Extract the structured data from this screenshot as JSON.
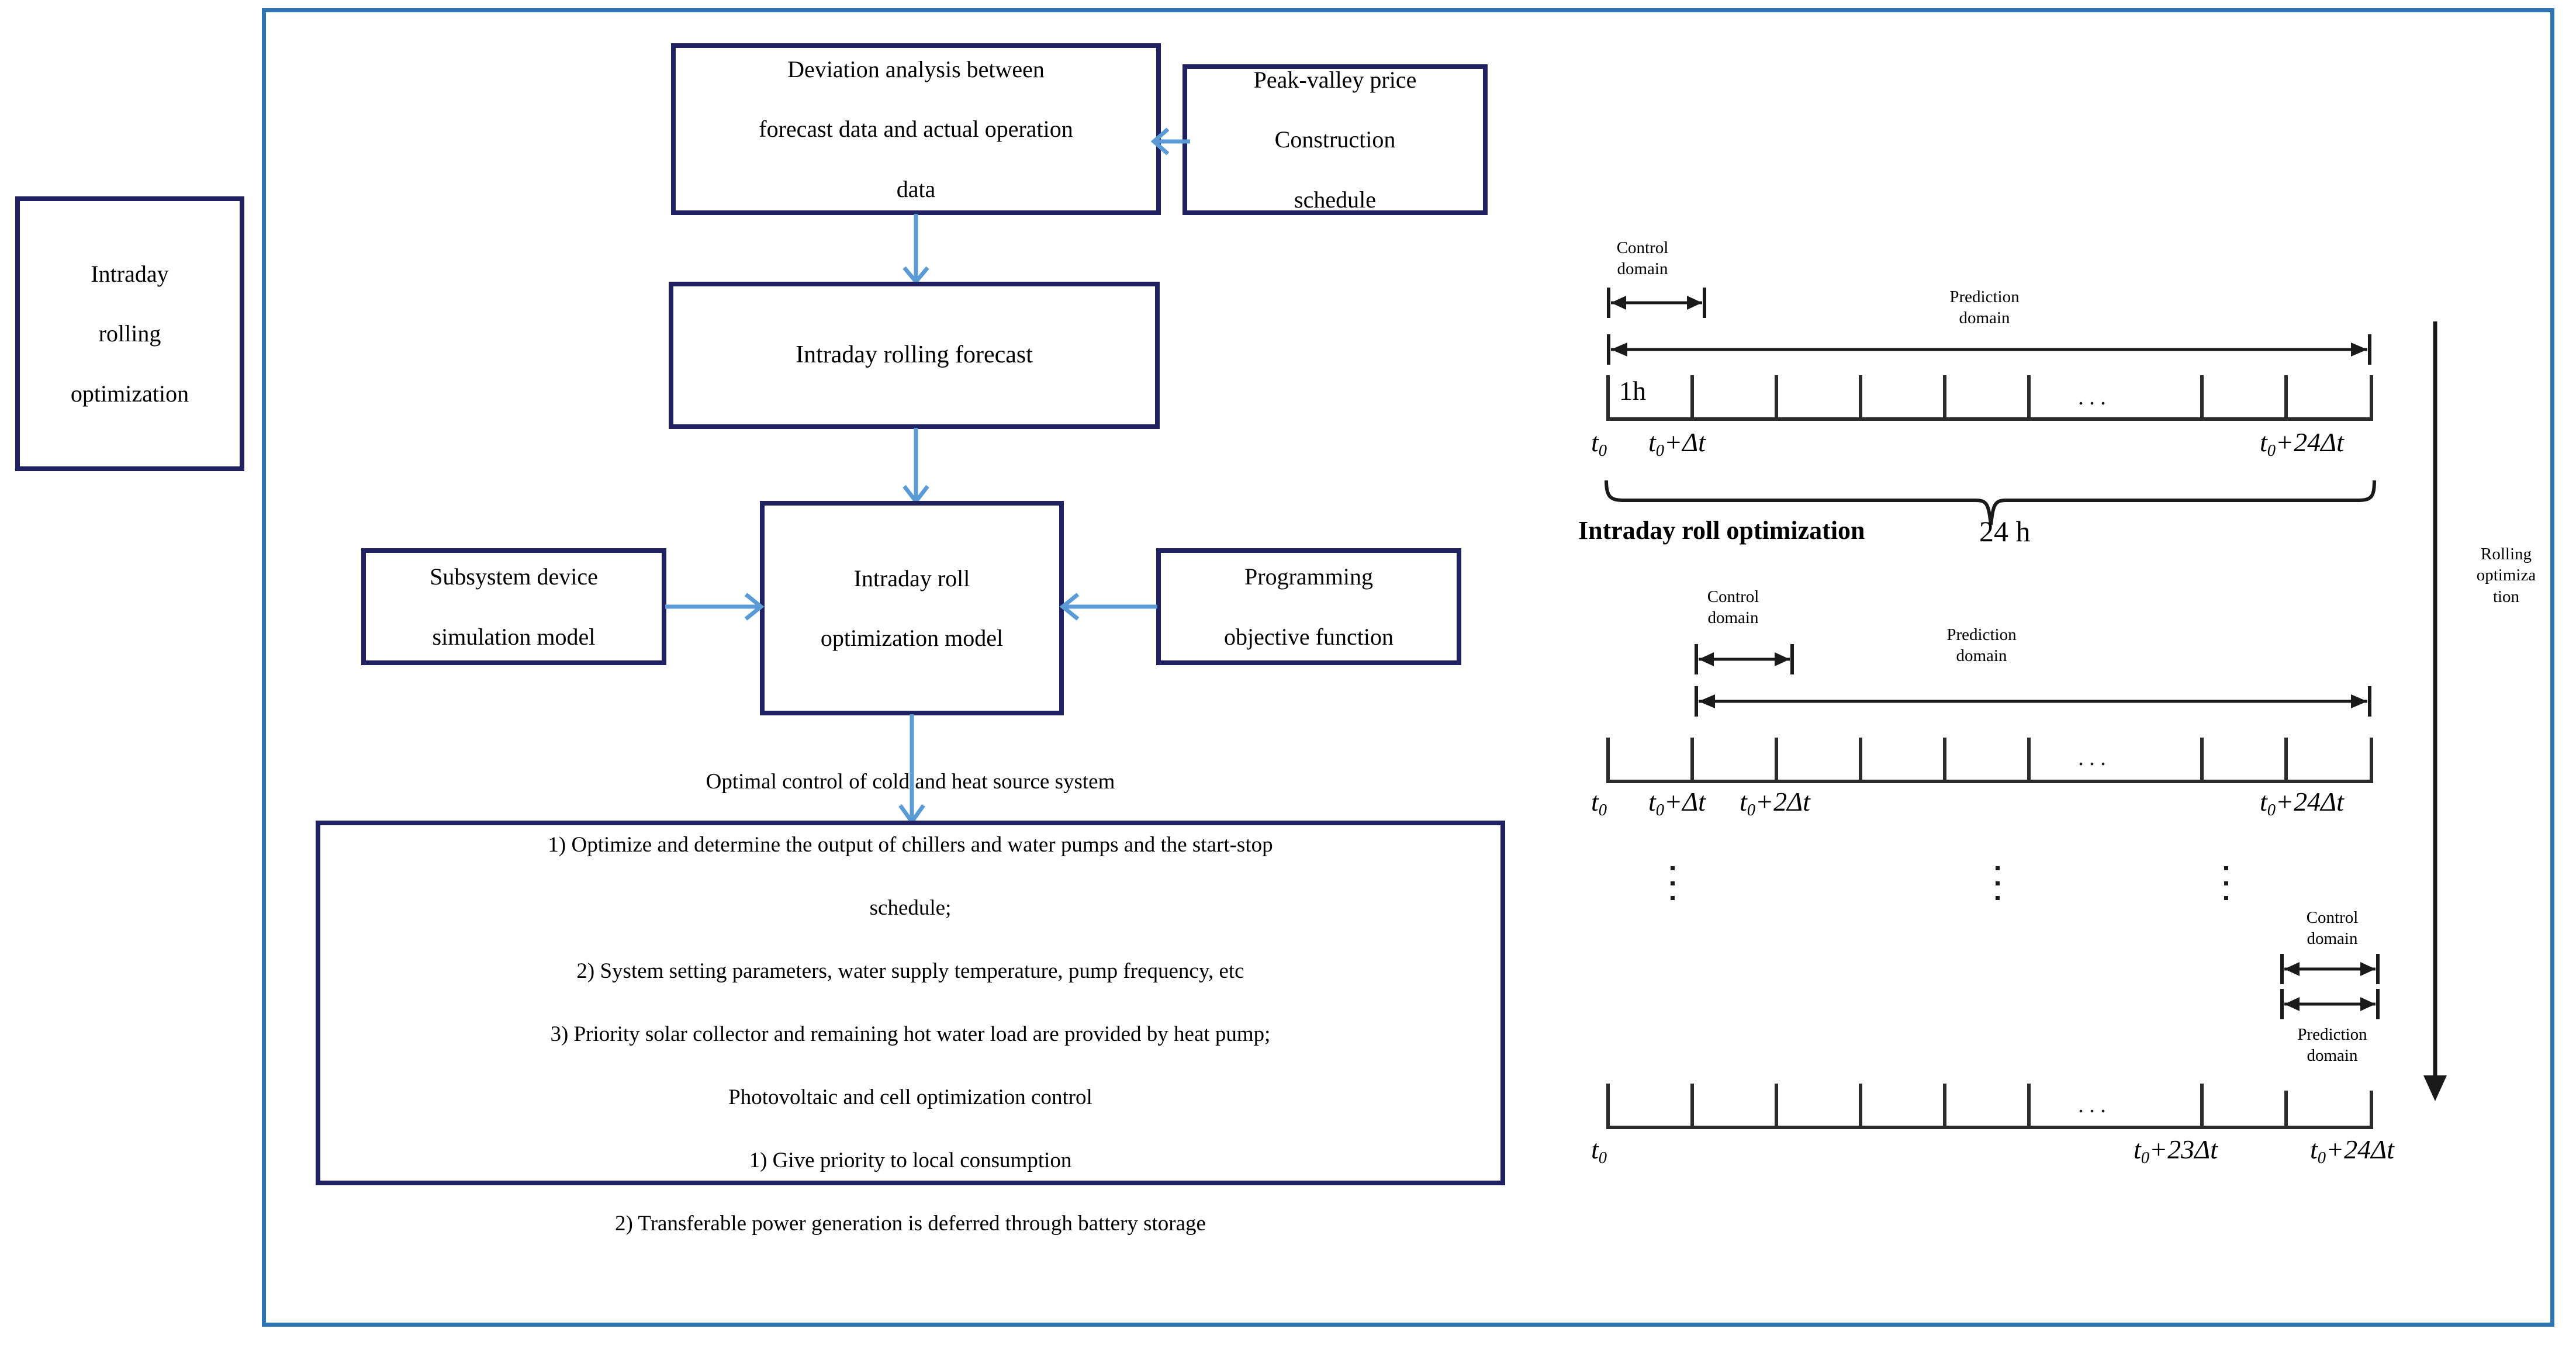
{
  "title": "Intraday rolling optimization flow and rolling horizon timeline",
  "colors": {
    "frame_blue": "#2E74B5",
    "box_navy": "#1F2160",
    "arrow_blue": "#5B9BD5",
    "ruler_black": "#2b2b2b"
  },
  "left_panel": {
    "label": "Intraday\nrolling\noptimization",
    "line1": "Intraday",
    "line2": "rolling",
    "line3": "optimization"
  },
  "flow": {
    "deviation_box": {
      "line1": "Deviation analysis between",
      "line2": "forecast data and actual operation",
      "line3": "data"
    },
    "peak_valley_box": {
      "line1": "Peak-valley price",
      "line2": "Construction",
      "line3": "schedule"
    },
    "forecast_box": {
      "line1": "Intraday rolling forecast"
    },
    "model_box": {
      "line1": "Intraday roll",
      "line2": "optimization model"
    },
    "subsystem_box": {
      "line1": "Subsystem device",
      "line2": "simulation model"
    },
    "objective_box": {
      "line1": "Programming",
      "line2": "objective function"
    },
    "outcome_box": {
      "lines": [
        "Optimal control of cold and heat source system",
        "1) Optimize and determine the output of chillers and water pumps and the start-stop",
        "schedule;",
        "2) System setting parameters, water supply temperature, pump frequency, etc",
        "3) Priority solar collector and remaining hot water load are provided by heat pump;",
        "Photovoltaic and cell optimization control",
        "1) Give priority to local consumption",
        "2) Transferable power generation is deferred through battery storage"
      ]
    }
  },
  "timeline": {
    "control_domain_label_line1": "Control",
    "control_domain_label_line2": "domain",
    "prediction_domain_label_line1": "Prediction",
    "prediction_domain_label_line2": "domain",
    "step_label": "1h",
    "ellipsis": "...",
    "rolling_label_line1": "Rolling",
    "rolling_label_line2": "optimiza",
    "rolling_label_line3": "tion",
    "brace_label_bold": "Intraday roll optimization",
    "brace_label_value": "24 h",
    "row1": {
      "t_start": "t0",
      "ticks": [
        "t0",
        "t0+Δt",
        "t0+24Δt"
      ],
      "tick_t0": "t",
      "tick_t0_sub": "0",
      "tick_t1_main": "+Δt",
      "tick_tend_main": "+24Δt"
    },
    "row2": {
      "tick_t0_main": "",
      "tick_t1_main": "+Δt",
      "tick_t2_main": "+2Δt",
      "tick_tend_main": "+24Δt"
    },
    "row3": {
      "tick_t0_main": "",
      "tick_t23_main": "+23Δt",
      "tick_t24_main": "+24Δt"
    },
    "row1_tick_count": 10,
    "row2_tick_count": 10,
    "row3_tick_count": 10
  }
}
